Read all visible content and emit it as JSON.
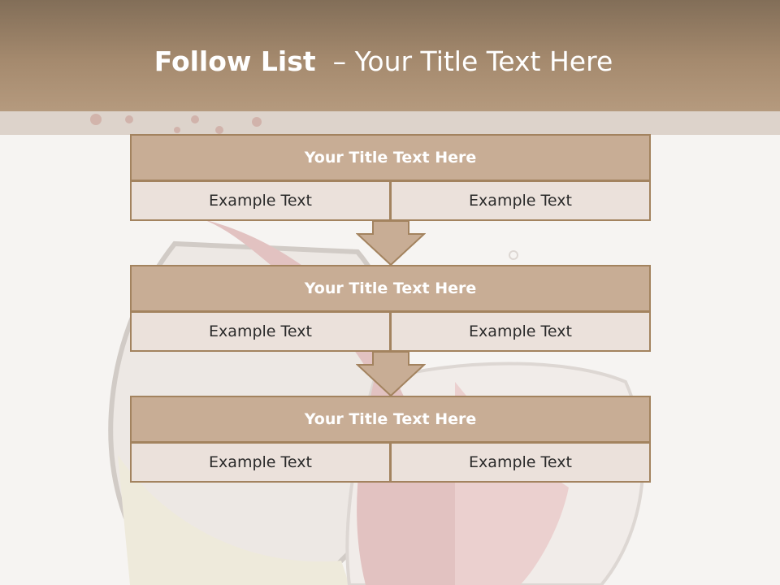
{
  "slide": {
    "title_main": "Follow List",
    "title_rest": "  – Your Title Text Here"
  },
  "blocks": [
    {
      "title": "Your Title Text Here",
      "left": "Example Text",
      "right": "Example Text"
    },
    {
      "title": "Your Title Text Here",
      "left": "Example Text",
      "right": "Example Text"
    },
    {
      "title": "Your Title Text Here",
      "left": "Example Text",
      "right": "Example Text"
    }
  ],
  "colors": {
    "header": "#a58a6e",
    "block_title_fill": "#c8ad95",
    "cell_fill": "#ebe1db",
    "border": "#a3835f",
    "arrow": "#c8ad95"
  },
  "icons": [
    "down-arrow-icon"
  ]
}
